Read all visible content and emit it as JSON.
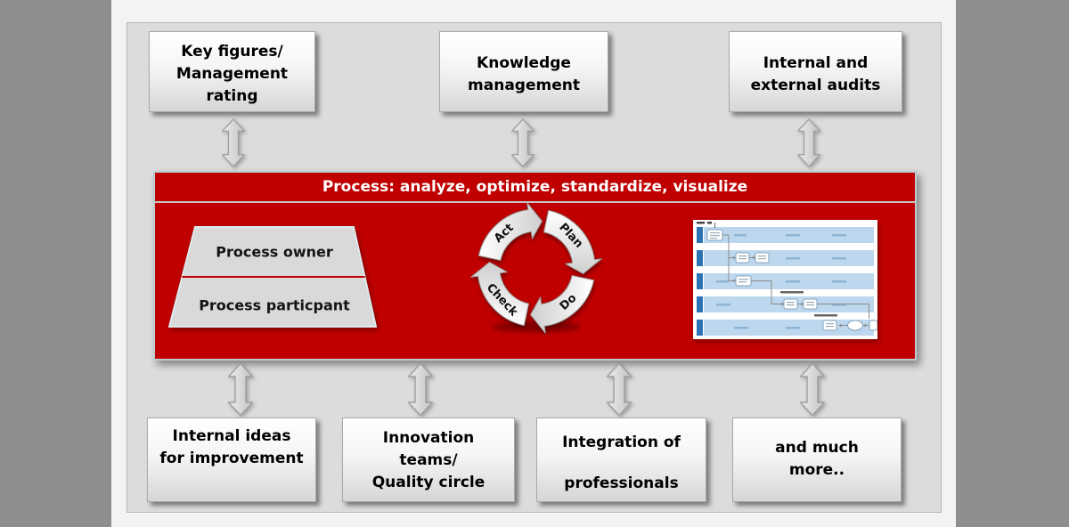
{
  "top_row": [
    {
      "label": "Key figures/\nManagement\nrating"
    },
    {
      "label": "Knowledge\nmanagement"
    },
    {
      "label": "Internal and\nexternal audits"
    }
  ],
  "band": {
    "title": "Process: analyze, optimize, standardize, visualize",
    "trapezoid": {
      "top": "Process owner",
      "bottom": "Process particpant"
    },
    "pdca": {
      "act": "Act",
      "plan": "Plan",
      "do": "Do",
      "check": "Check"
    }
  },
  "bottom_row": [
    {
      "label": "Internal ideas\nfor improvement"
    },
    {
      "label": "Innovation\nteams/\nQuality circle"
    },
    {
      "label": "Integration of\n\nprofessionals"
    },
    {
      "label": "and much\nmore.."
    }
  ],
  "colors": {
    "band_red": "#C00000",
    "outer_gray": "#8E8E8E",
    "panel_gray": "#DCDCDC",
    "slide_white": "#F3F3F2",
    "lane_blue": "#BDD7EE",
    "lane_tab_blue": "#2E74B5",
    "arrow_gray": "#D2D2D2"
  }
}
